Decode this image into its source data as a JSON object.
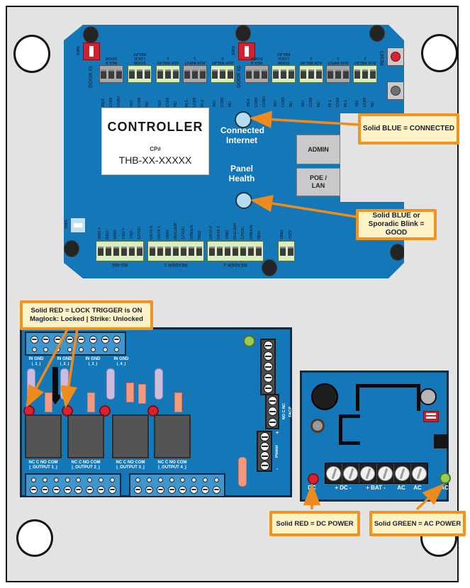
{
  "colors": {
    "board_blue": "#1377b8",
    "strip_blue": "#3d96ce",
    "board_outline": "#14293e",
    "annotation_orange": "#f0931f",
    "annotation_bg": "#fdf1c6",
    "terminal_green": "#d9eebb",
    "terminal_gray": "#a8a8a8",
    "led_blue": "#b5ddf1",
    "led_red": "#d8232f",
    "led_green": "#9ccb52"
  },
  "controller_board": {
    "sw8": "SW8",
    "sw9": "SW9",
    "sw5": "SW5",
    "reset": "RESET",
    "door1_label": "DOOR #1",
    "door2_label": "DOOR #2",
    "title": "CONTROLLER",
    "cp_label": "CP#",
    "cp_number": "THB-XX-XXXXX",
    "internet_led_label": [
      "Connected",
      "Internet"
    ],
    "health_led_label": [
      "Panel",
      "Health"
    ],
    "admin_label": "ADMIN",
    "poe_label": [
      "POE /",
      "LAN"
    ],
    "door_groups": [
      {
        "top": [
          "REX &",
          "DOOR"
        ],
        "color": "gray",
        "pins": [
          "REX",
          "COM",
          "CONT"
        ]
      },
      {
        "top": [
          "DOOR",
          "LOCK",
          "RELAY"
        ],
        "color": "green",
        "pins": [
          "NO",
          "COM",
          "NC"
        ]
      },
      {
        "top": [
          "AUX RELAY",
          "1"
        ],
        "color": "green",
        "pins": [
          "NO",
          "COM",
          "NC"
        ]
      },
      {
        "top": [
          "AUX INPUT",
          "1"
        ],
        "color": "gray",
        "pins": [
          "IN 1",
          "COM",
          "IN 2"
        ]
      },
      {
        "top": [
          "AUX RELAY",
          "2"
        ],
        "color": "green",
        "pins": [
          "NO",
          "COM",
          "NC"
        ]
      }
    ],
    "bottom_groups": [
      {
        "name": "RS-485",
        "pins": [
          "RXD +",
          "RXD -",
          "GND",
          "TXD +",
          "TXD -",
          "12VDC"
        ]
      },
      {
        "name": "READER 1",
        "pins": [
          "DATA 0",
          "DATA 1",
          "GND",
          "BUZZER",
          "12VDC",
          "GREEN",
          "RED"
        ]
      },
      {
        "name": "READER 2",
        "pins": [
          "DATA 0",
          "DATA 1",
          "GND",
          "BUZZER",
          "12VDC",
          "GREEN",
          "RED"
        ]
      },
      {
        "name": "",
        "pins": [
          "GND",
          "+12V"
        ]
      }
    ]
  },
  "relay_board": {
    "inputs": [
      {
        "pins": "IN GND",
        "num": "|_1_|"
      },
      {
        "pins": "IN GND",
        "num": "|_2_|"
      },
      {
        "pins": "IN GND",
        "num": "|_3_|"
      },
      {
        "pins": "IN GND",
        "num": "|_4_|"
      }
    ],
    "outputs": [
      {
        "pins": "NC C NO COM",
        "label": "|_OUTPUT 1_|"
      },
      {
        "pins": "NC C NO COM",
        "label": "|_OUTPUT 2_|"
      },
      {
        "pins": "NC C NO COM",
        "label": "|_OUTPUT 3_|"
      },
      {
        "pins": "NC C NO COM",
        "label": "|_OUTPUT 4_|"
      }
    ],
    "facp_pins": "NO C NC",
    "facp_name": "FACP",
    "power_plus": "+",
    "power_name": "Power",
    "power_minus": "-"
  },
  "power_board": {
    "dc_led_label": "DC",
    "terminal_labels": [
      "+ DC -",
      "+ BAT -",
      "AC",
      "AC"
    ],
    "ac_led_label": "AC"
  },
  "annotations": {
    "connected": "Solid BLUE = CONNECTED",
    "health": [
      "Solid BLUE or",
      "Sporadic Blink = GOOD"
    ],
    "lock": [
      "Solid RED = LOCK TRIGGER is ON",
      "Maglock: Locked  |  Strike: Unlocked"
    ],
    "dc": "Solid RED = DC POWER",
    "ac": "Solid GREEN = AC POWER"
  }
}
